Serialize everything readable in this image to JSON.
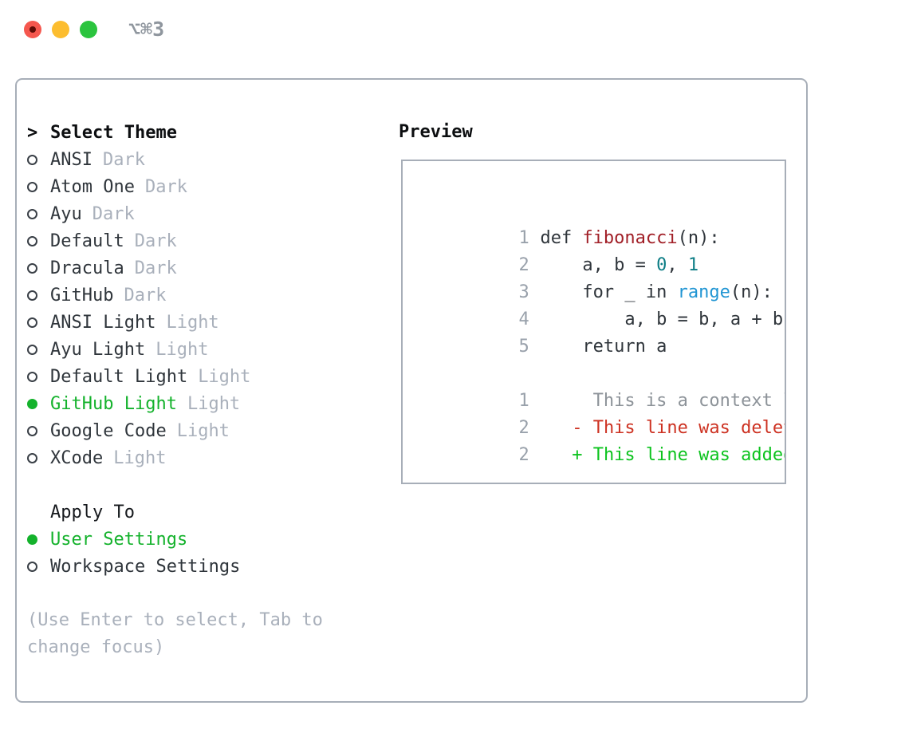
{
  "window": {
    "title": "⌥⌘3",
    "traffic_lights": [
      "close",
      "minimize",
      "zoom"
    ]
  },
  "panel": {
    "select_theme": {
      "arrow": ">",
      "label": "Select Theme"
    },
    "themes": [
      {
        "name": "ANSI",
        "variant": "Dark",
        "selected": false
      },
      {
        "name": "Atom One",
        "variant": "Dark",
        "selected": false
      },
      {
        "name": "Ayu",
        "variant": "Dark",
        "selected": false
      },
      {
        "name": "Default",
        "variant": "Dark",
        "selected": false
      },
      {
        "name": "Dracula",
        "variant": "Dark",
        "selected": false
      },
      {
        "name": "GitHub",
        "variant": "Dark",
        "selected": false
      },
      {
        "name": "ANSI Light",
        "variant": "Light",
        "selected": false
      },
      {
        "name": "Ayu Light",
        "variant": "Light",
        "selected": false
      },
      {
        "name": "Default Light",
        "variant": "Light",
        "selected": false
      },
      {
        "name": "GitHub Light",
        "variant": "Light",
        "selected": true
      },
      {
        "name": "Google Code",
        "variant": "Light",
        "selected": false
      },
      {
        "name": "XCode",
        "variant": "Light",
        "selected": false
      }
    ],
    "apply_to": {
      "label": "Apply To",
      "options": [
        {
          "name": "User Settings",
          "selected": true
        },
        {
          "name": "Workspace Settings",
          "selected": false
        }
      ]
    },
    "hint_lines": [
      "(Use Enter to select, Tab to",
      "change focus)"
    ]
  },
  "preview": {
    "label": "Preview",
    "code_lines": [
      {
        "n": "1",
        "segs": [
          {
            "t": "def ",
            "c": "plain"
          },
          {
            "t": "fibonacci",
            "c": "func"
          },
          {
            "t": "(n):",
            "c": "plain"
          }
        ]
      },
      {
        "n": "2",
        "segs": [
          {
            "t": "    a, b = ",
            "c": "plain"
          },
          {
            "t": "0",
            "c": "num"
          },
          {
            "t": ", ",
            "c": "plain"
          },
          {
            "t": "1",
            "c": "num"
          }
        ]
      },
      {
        "n": "3",
        "segs": [
          {
            "t": "    for _ in ",
            "c": "plain"
          },
          {
            "t": "range",
            "c": "builtin"
          },
          {
            "t": "(n):",
            "c": "plain"
          }
        ]
      },
      {
        "n": "4",
        "segs": [
          {
            "t": "        a, b = b, a + b",
            "c": "plain"
          }
        ]
      },
      {
        "n": "5",
        "segs": [
          {
            "t": "    return a",
            "c": "plain"
          }
        ]
      }
    ],
    "diff_lines": [
      {
        "n": "1",
        "segs": [
          {
            "t": "     This is a context line.",
            "c": "context"
          }
        ]
      },
      {
        "n": "2",
        "segs": [
          {
            "t": "   ",
            "c": "plain"
          },
          {
            "t": "- This line was deleted.",
            "c": "deleted"
          }
        ]
      },
      {
        "n": "2",
        "segs": [
          {
            "t": "   ",
            "c": "plain"
          },
          {
            "t": "+ This line was added.",
            "c": "added"
          }
        ]
      }
    ]
  },
  "colors": {
    "selection_green": "#14b22c",
    "added_green": "#0cc31e",
    "deleted_red": "#cd3222",
    "function_red": "#a11f27",
    "number_teal": "#0c7d85",
    "builtin_blue": "#2095d3",
    "context_gray": "#8d9399",
    "muted_gray": "#a9b0bb",
    "border_gray": "#a7aeb8"
  }
}
